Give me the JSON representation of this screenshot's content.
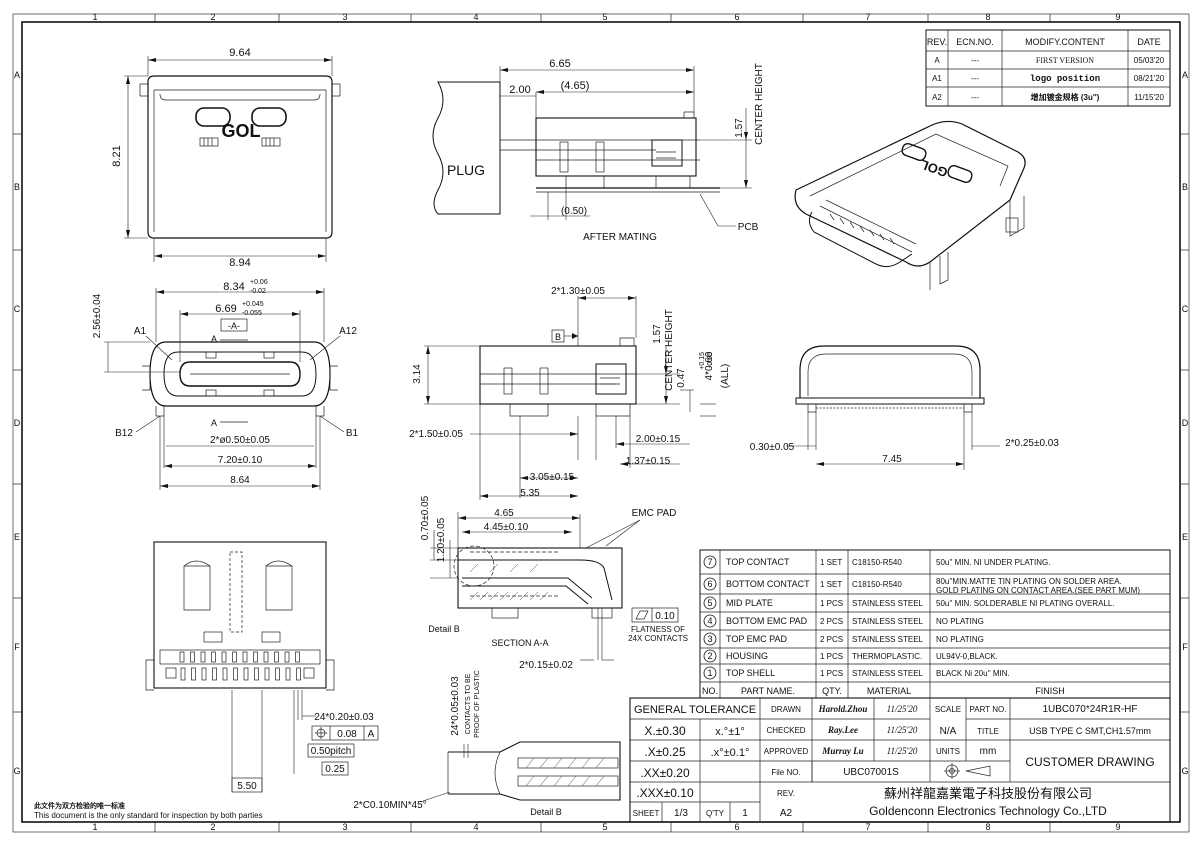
{
  "border": {
    "top_cols": [
      "1",
      "2",
      "3",
      "4",
      "5",
      "6",
      "7",
      "8",
      "9"
    ],
    "bottom_cols": [
      "1",
      "2",
      "3",
      "4",
      "5",
      "6",
      "7",
      "8",
      "9"
    ],
    "rows": [
      "A",
      "B",
      "C",
      "D",
      "E",
      "F",
      "G"
    ]
  },
  "revision_table": {
    "headers": [
      "REV.",
      "ECN.NO.",
      "MODIFY.CONTENT",
      "DATE"
    ],
    "rows": [
      {
        "rev": "A",
        "ecn": "---",
        "content": "FIRST VERSION",
        "date": "05/03'20"
      },
      {
        "rev": "A1",
        "ecn": "---",
        "content": "logo position",
        "date": "08/21'20"
      },
      {
        "rev": "A2",
        "ecn": "---",
        "content": "增加镀金规格 (3u'')",
        "date": "11/15'20"
      }
    ]
  },
  "front_view": {
    "dims": {
      "top_width": "9.64",
      "height": "8.21",
      "bottom_width": "8.94"
    },
    "logo_text": "GOL"
  },
  "side_mated_view": {
    "dims": {
      "d1": "6.65",
      "d2": "(4.65)",
      "d3": "2.00",
      "d4": "1.57",
      "d5": "(0.50)"
    },
    "labels": {
      "plug": "PLUG",
      "after_mating": "AFTER MATING",
      "pcb": "PCB",
      "center_height": "CENTER HEIGHT"
    }
  },
  "socket_face_view": {
    "dims": {
      "w1": "8.34",
      "w1_tol_up": "+0.06",
      "w1_tol_dn": "-0.02",
      "w2": "6.69",
      "w2_tol_up": "+0.045",
      "w2_tol_dn": "-0.055",
      "h1": "2.56±0.04",
      "d_hole": "2*ø0.50±0.05",
      "w3": "7.20±0.10",
      "w4": "8.64"
    },
    "labels": {
      "datum_a": "-A-",
      "a_top": "A",
      "a_bot": "A",
      "a1": "A1",
      "a12": "A12",
      "b12": "B12",
      "b1": "B1"
    }
  },
  "side_view_2": {
    "dims": {
      "p1": "2*1.30±0.05",
      "p2": "3.14",
      "p3": "1.57",
      "p4": "0.47",
      "p5": "4*0.60",
      "p5_up": "+0.15",
      "p5_dn": "-0.05",
      "p5_all": "(ALL)",
      "p6": "2*1.50±0.05",
      "p7": "2.00±0.15",
      "p8": "1.37±0.15",
      "p9": "3.05±0.15",
      "p10": "5.35"
    },
    "labels": {
      "datum_b": "B",
      "center_height": "CENTER HEIGHT"
    }
  },
  "rear_view": {
    "dims": {
      "r1": "0.30±0.05",
      "r2": "7.45",
      "r3": "2*0.25±0.03"
    }
  },
  "section_view": {
    "dims": {
      "s1": "4.65",
      "s2": "4.45±0.10",
      "s3": "0.70±0.05",
      "s4": "1.20±0.05",
      "s5": "2*0.15±0.02",
      "flat": "0.10"
    },
    "labels": {
      "emc_pad": "EMC PAD",
      "detail_b": "Detail B",
      "section": "SECTION A-A",
      "flatness": "FLATNESS OF",
      "flatness2": "24X CONTACTS"
    }
  },
  "footprint_view": {
    "dims": {
      "f1": "24*0.20±0.03",
      "f2": "0.08",
      "f2_ref": "A",
      "f3": "0.50pitch",
      "f4": "0.25",
      "f5": "5.50"
    }
  },
  "detail_b_view": {
    "dims": {
      "c1": "24*0.05±0.03",
      "c2": "2*C0.10MIN*45°"
    },
    "labels": {
      "note1": "CONTACTS TO BE",
      "note2": "PROOF OF PLASTIC",
      "title": "Detail B"
    }
  },
  "bom_table": {
    "headers": {
      "no": "NO.",
      "name": "PART NAME.",
      "qty": "QTY.",
      "material": "MATERIAL",
      "finish": "FINISH"
    },
    "rows": [
      {
        "no": "7",
        "name": "TOP CONTACT",
        "qty": "1 SET",
        "material": "C18150-R540",
        "finish": "50u'' MIN. NI UNDER PLATING."
      },
      {
        "no": "6",
        "name": "BOTTOM CONTACT",
        "qty": "1 SET",
        "material": "C18150-R540",
        "finish": "80u''MIN.MATTE TIN PLATING ON SOLDER AREA.",
        "finish2": "GOLD PLATING ON CONTACT AREA.(SEE PART MUM)"
      },
      {
        "no": "5",
        "name": "MID PLATE",
        "qty": "1 PCS",
        "material": "STAINLESS STEEL",
        "finish": "50u'' MIN. SOLDERABLE NI PLATING OVERALL."
      },
      {
        "no": "4",
        "name": "BOTTOM EMC PAD",
        "qty": "2 PCS",
        "material": "STAINLESS STEEL",
        "finish": "NO PLATING"
      },
      {
        "no": "3",
        "name": "TOP EMC PAD",
        "qty": "2 PCS",
        "material": "STAINLESS STEEL",
        "finish": "NO PLATING"
      },
      {
        "no": "2",
        "name": "HOUSING",
        "qty": "1 PCS",
        "material": "THERMOPLASTIC.",
        "finish": "UL94V-0,BLACK."
      },
      {
        "no": "1",
        "name": "TOP SHELL",
        "qty": "1 PCS",
        "material": "STAINLESS STEEL",
        "finish": "BLACK Ni 20u'' MIN."
      }
    ]
  },
  "title_block": {
    "general_tolerance": "GENERAL TOLERANCE",
    "tol": [
      {
        "lin": "X.±0.30",
        "ang": "x.°±1°"
      },
      {
        "lin": ".X±0.25",
        "ang": ".x°±0.1°"
      },
      {
        "lin": ".XX±0.20",
        "ang": ""
      },
      {
        "lin": ".XXX±0.10",
        "ang": ""
      }
    ],
    "drawn_label": "DRAWN",
    "drawn_name": "Harold.Zhou",
    "drawn_date": "11/25'20",
    "checked_label": "CHECKED",
    "checked_name": "Ray.Lee",
    "checked_date": "11/25'20",
    "approved_label": "APPROVED",
    "approved_name": "Murray Lu",
    "approved_date": "11/25'20",
    "scale_label": "SCALE",
    "scale_value": "N/A",
    "part_no_label": "PART NO.",
    "part_no": "1UBC070*24R1R-HF",
    "title_label": "TITLE",
    "title": "USB TYPE C SMT,CH1.57mm",
    "units_label": "UNITS",
    "units": "mm",
    "customer_drawing": "CUSTOMER DRAWING",
    "file_no_label": "File NO.",
    "file_no": "UBC07001S",
    "rev_label": "REV.",
    "rev": "A2",
    "company_cn": "蘇州祥龍嘉業電子科技股份有限公司",
    "company_en": "Goldenconn Electronics Technology Co.,LTD",
    "sheet_label": "SHEET",
    "sheet": "1/3",
    "qty_label": "Q'TY",
    "qty": "1"
  },
  "footer_note": {
    "cn": "此文件为双方检验的唯一标准",
    "en": "This document is the only standard for inspection by both parties"
  }
}
